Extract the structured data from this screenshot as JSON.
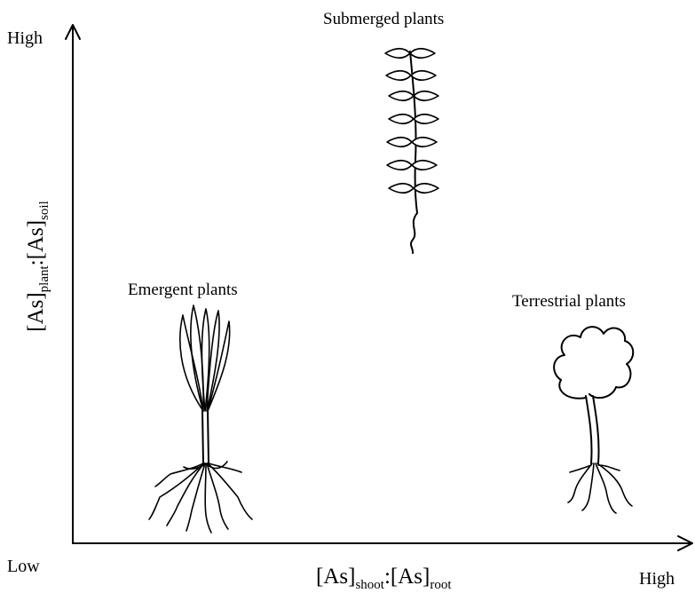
{
  "y_axis": {
    "high_label": "High",
    "low_label": "Low",
    "title": {
      "base_left": "[As]",
      "sub_left": "plant",
      "separator": ":",
      "base_right": "[As]",
      "sub_right": "soil"
    }
  },
  "x_axis": {
    "high_label": "High",
    "title": {
      "base_left": "[As]",
      "sub_left": "shoot",
      "separator": ":",
      "base_right": "[As]",
      "sub_right": "root"
    }
  },
  "groups": {
    "submerged": {
      "label": "Submerged plants"
    },
    "emergent": {
      "label": "Emergent plants"
    },
    "terrestrial": {
      "label": "Terrestrial plants"
    }
  }
}
